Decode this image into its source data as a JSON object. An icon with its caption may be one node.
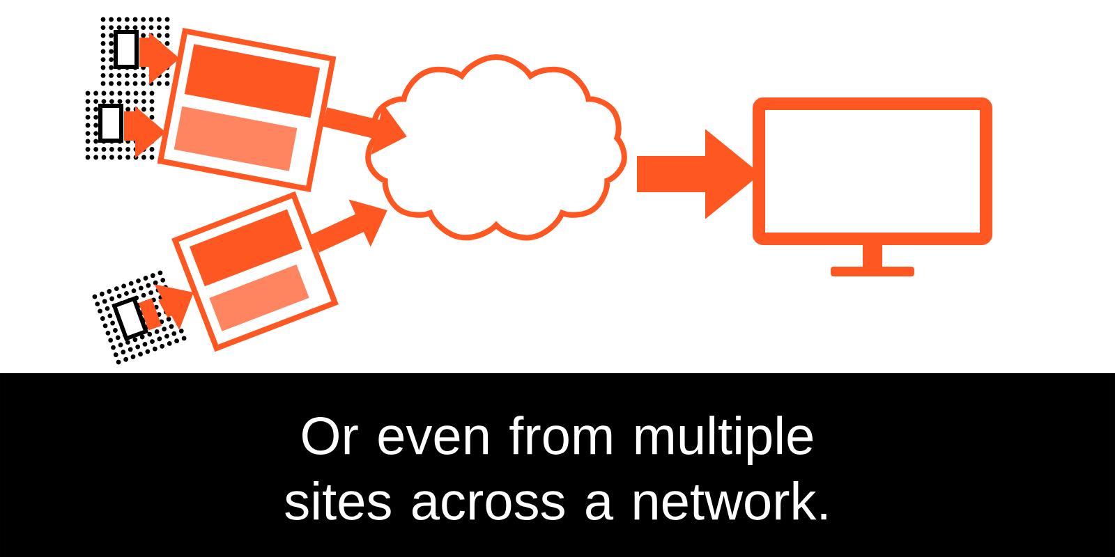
{
  "diagram": {
    "caption": "Or even from multiple sites across a network.",
    "nodes": [
      {
        "text": [],
        "shape": "box"
      },
      {
        "text": [],
        "shape": "box"
      },
      {
        "text": [],
        "shape": "picture"
      },
      {
        "text": [],
        "shape": "picture"
      },
      {
        "text": [],
        "shape": "picture"
      },
      {
        "text": [],
        "shape": "cloud"
      },
      {
        "text": [],
        "shape": "monitor"
      }
    ],
    "edges": [
      {
        "from": 2,
        "to": 0,
        "arrow": "to"
      },
      {
        "from": 3,
        "to": 0,
        "arrow": "to"
      },
      {
        "from": 4,
        "to": 1,
        "arrow": "to"
      },
      {
        "from": 0,
        "to": 5,
        "arrow": "to"
      },
      {
        "from": 1,
        "to": 5,
        "arrow": "to"
      },
      {
        "from": 5,
        "to": 6,
        "arrow": "to",
        "style": "thick"
      }
    ]
  }
}
